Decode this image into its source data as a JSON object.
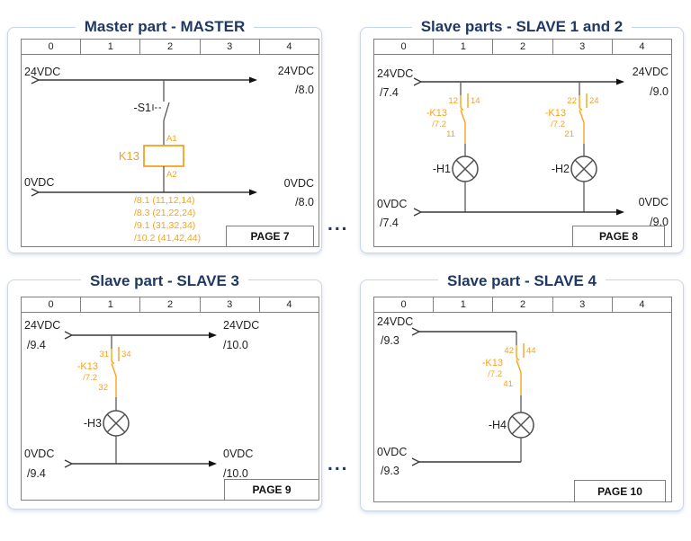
{
  "colors": {
    "accent_orange": "#F6A21E",
    "title_navy": "#1F3864",
    "wire_grey": "#595959",
    "frame_grey": "#808080",
    "card_border": "#C9D5E8"
  },
  "columns": [
    "0",
    "1",
    "2",
    "3",
    "4"
  ],
  "separator": "...",
  "panels": [
    {
      "title": "Master part - MASTER",
      "page": "PAGE 7",
      "rail_top": {
        "l1": "24VDC",
        "r1": "24VDC",
        "r2": "/8.0"
      },
      "rail_bottom": {
        "l1": "0VDC",
        "r1": "0VDC",
        "r2": "/8.0"
      },
      "switch_label": "-S1",
      "coil": {
        "name": "K13",
        "a1": "A1",
        "a2": "A2"
      },
      "refs": [
        "/8.1 (11,12,14)",
        "/8.3 (21,22,24)",
        "/9.1 (31,32,34)",
        "/10.2 (41,42,44)"
      ]
    },
    {
      "title": "Slave parts - SLAVE 1 and 2",
      "page": "PAGE 8",
      "rail_top": {
        "l1": "24VDC",
        "l2": "/7.4",
        "r1": "24VDC",
        "r2": "/9.0"
      },
      "rail_bottom": {
        "l1": "0VDC",
        "l2": "/7.4",
        "r1": "0VDC",
        "r2": "/9.0"
      },
      "branches": [
        {
          "nc": "12",
          "no": "14",
          "common": "11",
          "name": "-K13",
          "ref": "/7.2",
          "lamp": "-H1"
        },
        {
          "nc": "22",
          "no": "24",
          "common": "21",
          "name": "-K13",
          "ref": "/7.2",
          "lamp": "-H2"
        }
      ]
    },
    {
      "title": "Slave part - SLAVE 3",
      "page": "PAGE 9",
      "rail_top": {
        "l1": "24VDC",
        "l2": "/9.4",
        "r1": "24VDC",
        "r2": "/10.0"
      },
      "rail_bottom": {
        "l1": "0VDC",
        "l2": "/9.4",
        "r1": "0VDC",
        "r2": "/10.0"
      },
      "branches": [
        {
          "nc": "31",
          "no": "34",
          "common": "32",
          "name": "-K13",
          "ref": "/7.2",
          "lamp": "-H3"
        }
      ]
    },
    {
      "title": "Slave part - SLAVE 4",
      "page": "PAGE 10",
      "rail_top": {
        "l1": "24VDC",
        "l2": "/9.3"
      },
      "rail_bottom": {
        "l1": "0VDC",
        "l2": "/9.3"
      },
      "branches": [
        {
          "nc": "42",
          "no": "44",
          "common": "41",
          "name": "-K13",
          "ref": "/7.2",
          "lamp": "-H4"
        }
      ]
    }
  ]
}
